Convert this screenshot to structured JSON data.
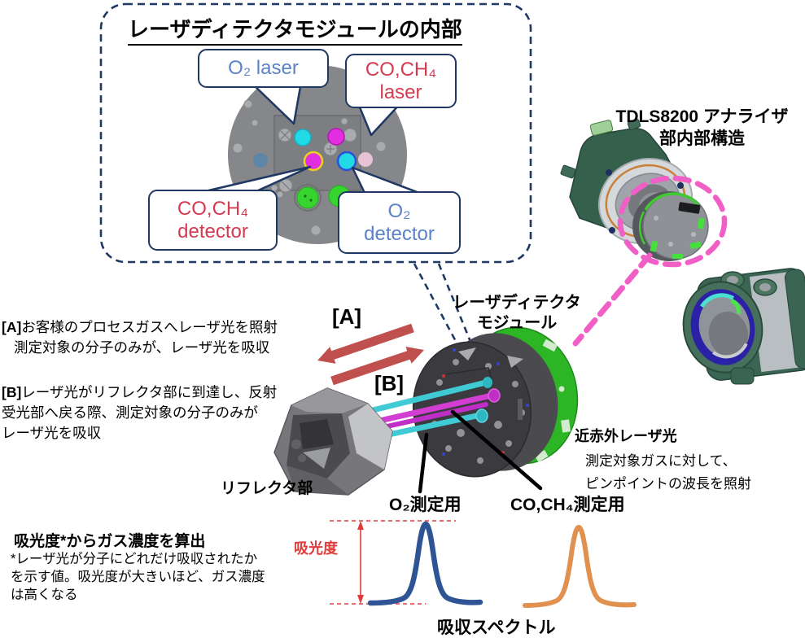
{
  "inner_module_box": {
    "title": "レーザディテクタモジュールの内部",
    "callouts": {
      "o2_laser": "O₂ laser",
      "co_ch4_laser_line1": "CO,CH₄",
      "co_ch4_laser_line2": "laser",
      "co_ch4_detector_line1": "CO,CH₄",
      "co_ch4_detector_line2": "detector",
      "o2_detector_line1": "O₂",
      "o2_detector_line2": "detector"
    }
  },
  "analyzer": {
    "title_line1": "TDLS8200 アナライザ",
    "title_line2": "部内部構造"
  },
  "module_label": {
    "line1": "レーザディテクタ",
    "line2": "モジュール"
  },
  "arrows": {
    "a_label": "[A]",
    "b_label": "[B]"
  },
  "descriptions": {
    "a_prefix": "[A]",
    "a_line1": "お客様のプロセスガスへレーザ光を照射",
    "a_line2": "測定対象の分子のみが、レーザ光を吸収",
    "b_prefix": "[B]",
    "b_line1": "レーザ光がリフレクタ部に到達し、反射",
    "b_line2": "受光部へ戻る際、測定対象の分子のみが",
    "b_line3": "レーザ光を吸収"
  },
  "reflector_label": "リフレクタ部",
  "nir": {
    "title": "近赤外レーザ光",
    "line1": "測定対象ガスに対して、",
    "line2": "ピンポイントの波長を照射"
  },
  "absorbance": {
    "heading": "吸光度*からガス濃度を算出",
    "note_line1": "*レーザ光が分子にどれだけ吸収されたか",
    "note_line2": "を示す値。吸光度が大きいほど、ガス濃度",
    "note_line3": "は高くなる",
    "axis_label": "吸光度"
  },
  "spectrum": {
    "o2_label": "O₂測定用",
    "co_ch4_label": "CO,CH₄測定用",
    "caption": "吸収スペクトル"
  },
  "colors": {
    "navy_border": "#1f3864",
    "label_blue": "#5b82c8",
    "label_red": "#d63a50",
    "arrow_red": "#c0504d",
    "pink_dashed": "#f05fc5",
    "module_green": "#2cb626",
    "curve_blue": "#2e5496",
    "curve_orange": "#e0914f",
    "dashed_red": "#e03c3c",
    "beam_cyan": "#3fcad4",
    "beam_magenta": "#d23ed2"
  },
  "chart_data": {
    "type": "line",
    "title": "吸収スペクトル",
    "ylabel": "吸光度",
    "x_shared": [
      0,
      0.15,
      0.3,
      0.38,
      0.44,
      0.5,
      0.56,
      0.62,
      0.7,
      0.85,
      1
    ],
    "series": [
      {
        "name": "O₂測定用",
        "color": "#2e5496",
        "values": [
          0,
          0.01,
          0.05,
          0.18,
          0.6,
          1.0,
          0.6,
          0.18,
          0.05,
          0.01,
          0
        ]
      },
      {
        "name": "CO,CH₄測定用",
        "color": "#e0914f",
        "values": [
          0,
          0.01,
          0.05,
          0.18,
          0.6,
          1.0,
          0.6,
          0.18,
          0.05,
          0.01,
          0
        ]
      }
    ],
    "ylim": [
      0,
      1
    ],
    "grid": false,
    "legend_position": "above-peaks"
  }
}
